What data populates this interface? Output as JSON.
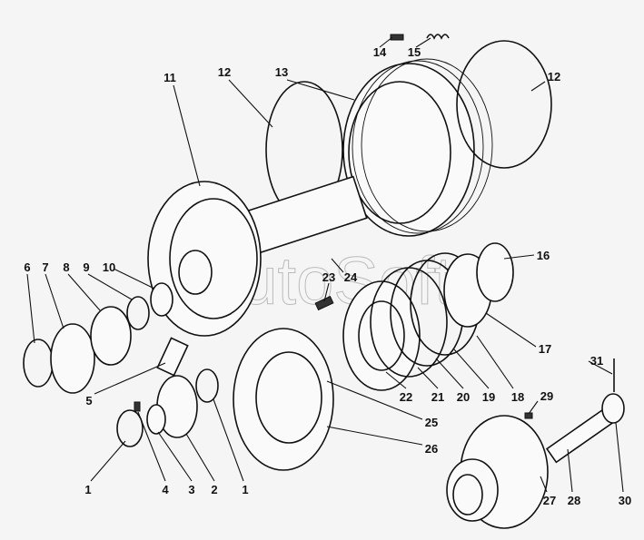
{
  "watermark": "AutoSoft",
  "callouts": {
    "c14": "14",
    "c15": "15",
    "c12a": "12",
    "c12b": "12",
    "c11": "11",
    "c13": "13",
    "c16": "16",
    "c23": "23",
    "c24": "24",
    "c6": "6",
    "c7": "7",
    "c8": "8",
    "c9": "9",
    "c10": "10",
    "c17": "17",
    "c22": "22",
    "c21": "21",
    "c20": "20",
    "c19": "19",
    "c18": "18",
    "c31": "31",
    "c29": "29",
    "c5": "5",
    "c25": "25",
    "c26": "26",
    "c1a": "1",
    "c4": "4",
    "c3": "3",
    "c2": "2",
    "c1b": "1",
    "c27": "27",
    "c28": "28",
    "c30": "30"
  }
}
